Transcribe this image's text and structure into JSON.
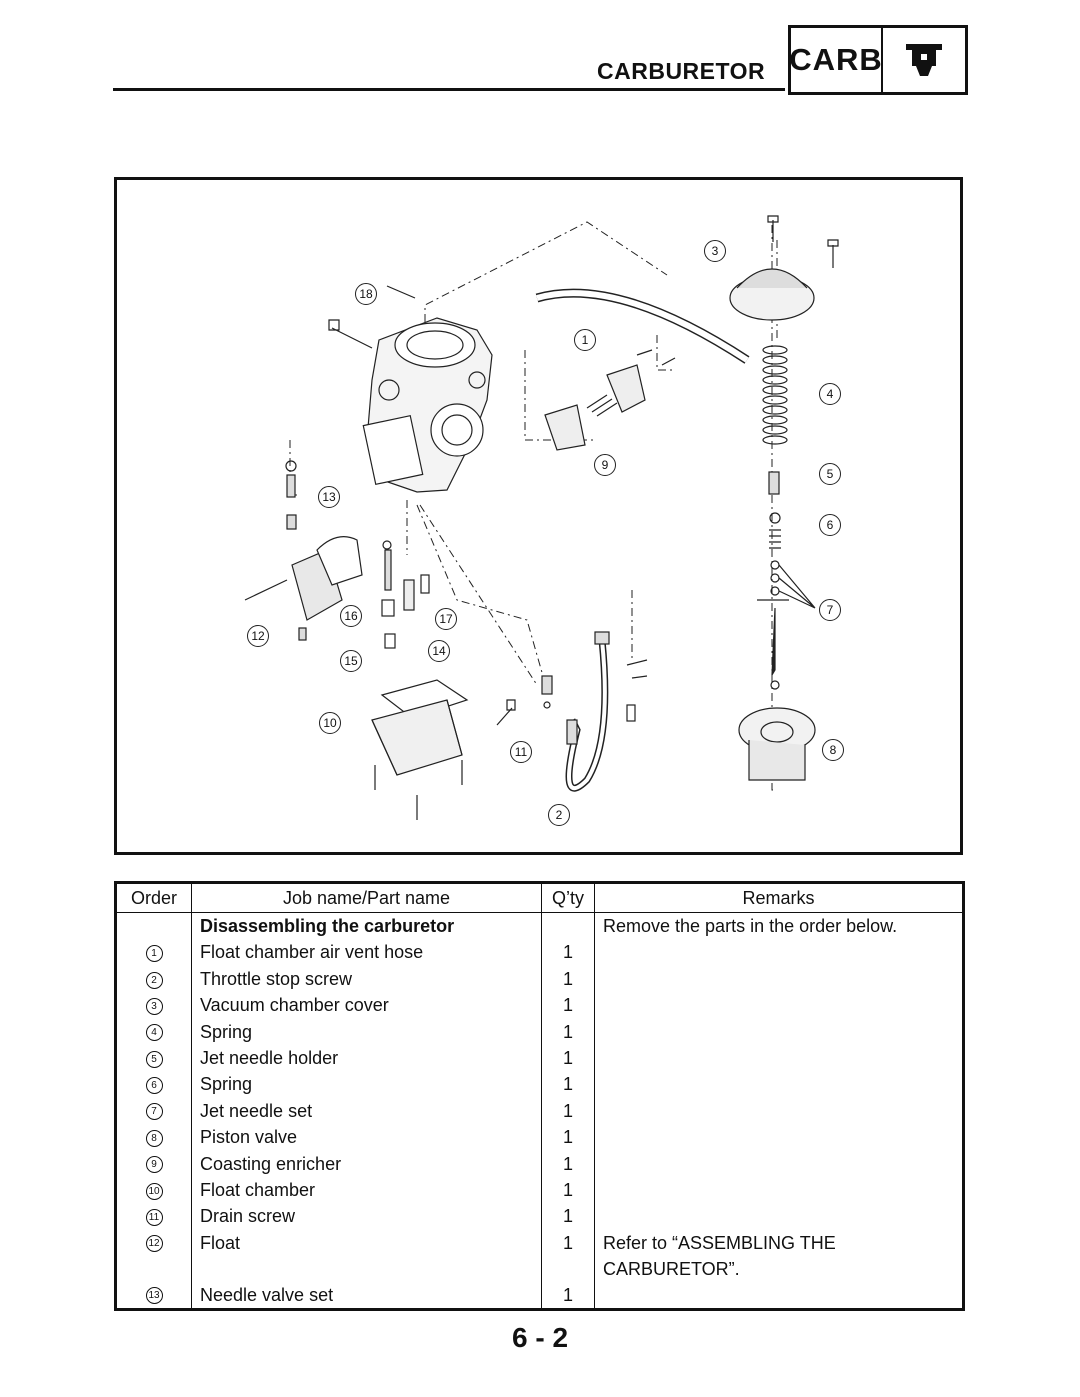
{
  "header": {
    "title": "CARBURETOR",
    "section_code": "CARB",
    "section_icon": "carburetor-icon"
  },
  "diagram": {
    "callouts": [
      "1",
      "2",
      "3",
      "4",
      "5",
      "6",
      "7",
      "8",
      "9",
      "10",
      "11",
      "12",
      "13",
      "14",
      "15",
      "16",
      "17",
      "18"
    ]
  },
  "table": {
    "headers": {
      "order": "Order",
      "job": "Job name/Part name",
      "qty": "Q’ty",
      "remarks": "Remarks"
    },
    "rows": [
      {
        "order": "",
        "job": "Disassembling the carburetor",
        "qty": "",
        "remarks": "Remove the parts in the order below.",
        "bold": true
      },
      {
        "order": "1",
        "job": "Float chamber air vent hose",
        "qty": "1",
        "remarks": ""
      },
      {
        "order": "2",
        "job": "Throttle stop screw",
        "qty": "1",
        "remarks": ""
      },
      {
        "order": "3",
        "job": "Vacuum chamber cover",
        "qty": "1",
        "remarks": ""
      },
      {
        "order": "4",
        "job": "Spring",
        "qty": "1",
        "remarks": ""
      },
      {
        "order": "5",
        "job": "Jet needle holder",
        "qty": "1",
        "remarks": ""
      },
      {
        "order": "6",
        "job": "Spring",
        "qty": "1",
        "remarks": ""
      },
      {
        "order": "7",
        "job": "Jet needle set",
        "qty": "1",
        "remarks": ""
      },
      {
        "order": "8",
        "job": "Piston valve",
        "qty": "1",
        "remarks": ""
      },
      {
        "order": "9",
        "job": "Coasting enricher",
        "qty": "1",
        "remarks": ""
      },
      {
        "order": "10",
        "job": "Float chamber",
        "qty": "1",
        "remarks": ""
      },
      {
        "order": "11",
        "job": "Drain screw",
        "qty": "1",
        "remarks": ""
      },
      {
        "order": "12",
        "job": "Float",
        "qty": "1",
        "remarks": "Refer to “ASSEMBLING THE CARBURETOR”."
      },
      {
        "order": "13",
        "job": "Needle valve set",
        "qty": "1",
        "remarks": ""
      }
    ]
  },
  "page_number": "6 - 2"
}
